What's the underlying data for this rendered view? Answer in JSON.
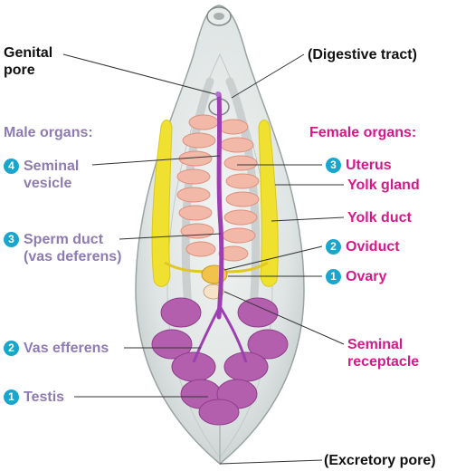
{
  "labels": {
    "genital_pore": [
      "Genital",
      "pore"
    ],
    "digestive_tract": "(Digestive tract)",
    "male_heading": "Male organs:",
    "female_heading": "Female organs:",
    "seminal_vesicle": {
      "num": "4",
      "lines": [
        "Seminal",
        "vesicle"
      ]
    },
    "sperm_duct": {
      "num": "3",
      "lines": [
        "Sperm duct",
        "(vas deferens)"
      ]
    },
    "vas_efferens": {
      "num": "2",
      "text": "Vas efferens"
    },
    "testis": {
      "num": "1",
      "text": "Testis"
    },
    "uterus": {
      "num": "3",
      "text": "Uterus"
    },
    "yolk_gland": "Yolk gland",
    "yolk_duct": "Yolk duct",
    "oviduct": {
      "num": "2",
      "text": "Oviduct"
    },
    "ovary": {
      "num": "1",
      "text": "Ovary"
    },
    "seminal_receptacle": [
      "Seminal",
      "receptacle"
    ],
    "excretory_pore": "(Excretory pore)"
  },
  "colors": {
    "male_label": "#8e7bb3",
    "female_label": "#d6198a",
    "number_badge": "#1aa6cc",
    "body": "#e2e7e6",
    "uterus": "#f2b9a8",
    "yolk_gland": "#f0e030",
    "testis": "#b45fae",
    "ovary": "#f2c34a"
  }
}
